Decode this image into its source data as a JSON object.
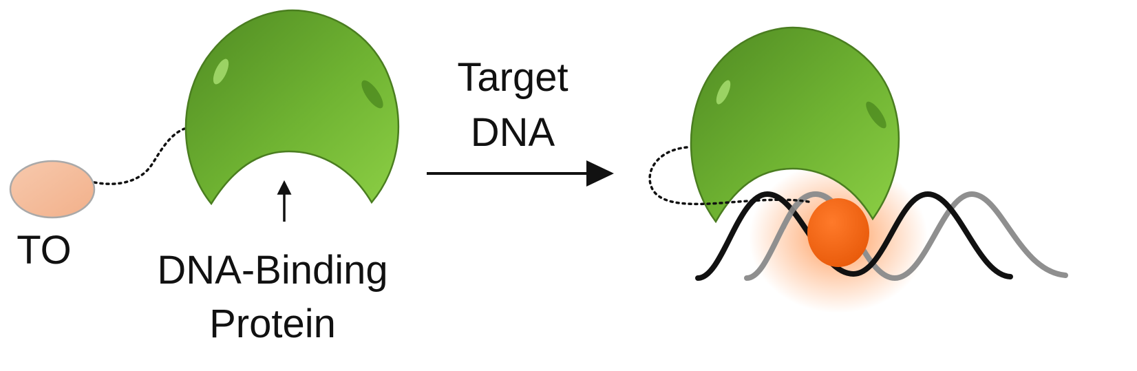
{
  "labels": {
    "dye": "TO",
    "protein_line1": "DNA-Binding",
    "protein_line2": "Protein",
    "arrow_line1": "Target",
    "arrow_line2": "DNA"
  },
  "colors": {
    "protein_light": "#8ccf45",
    "protein_mid": "#6fb332",
    "protein_dark": "#4f8a22",
    "protein_stroke": "#4a7d20",
    "dye_unbound": "#f2b08a",
    "dye_bound": "#e85a0a",
    "glow": "#ff8a3d",
    "dna_strand_1": "#111111",
    "dna_strand_2": "#8f8f8f",
    "linker": "#111111"
  },
  "icons": {
    "protein": "pacman-protein-icon",
    "dye": "ellipse-dye-icon",
    "reaction": "right-arrow-icon",
    "dna": "double-helix-icon"
  }
}
